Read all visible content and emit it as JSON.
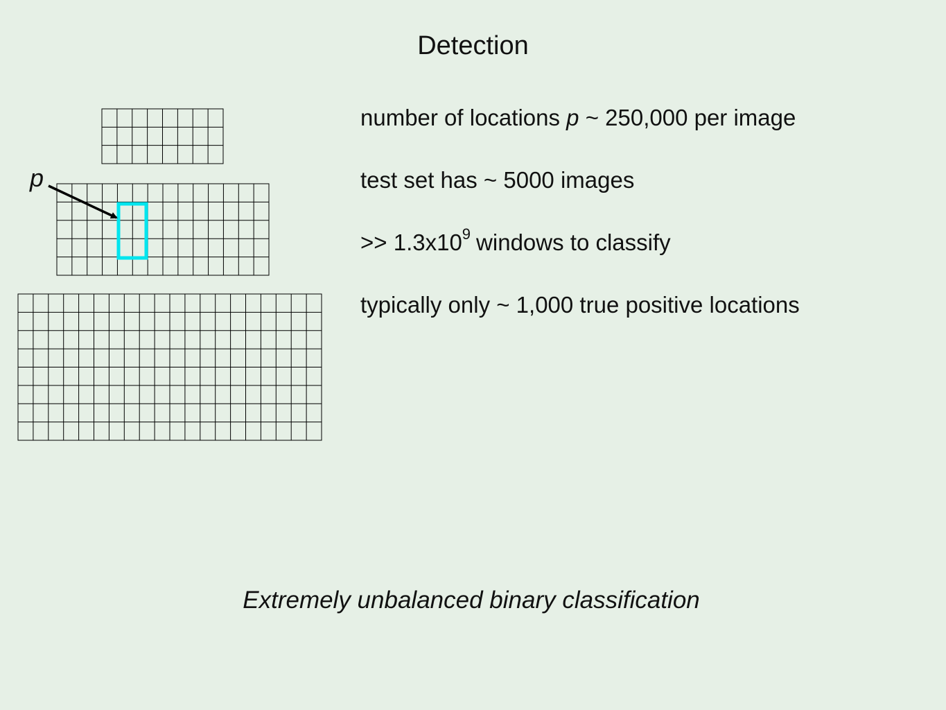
{
  "slide": {
    "title": "Detection",
    "bullets": {
      "b1_prefix": "number of locations ",
      "b1_var": "p",
      "b1_suffix": " ~ 250,000 per image",
      "b2": "test set has ~ 5000 images",
      "b3_prefix": ">> 1.3x10",
      "b3_sup": "9",
      "b3_suffix": "windows to classify",
      "b4": "typically only ~ 1,000 true positive locations"
    },
    "footer": "Extremely unbalanced binary classification"
  },
  "figure": {
    "pointer_label": "p",
    "window_color": "#00e5ee",
    "grid_line_color": "#000000",
    "pyramid_levels": [
      {
        "name": "small",
        "cols": 8,
        "rows": 3
      },
      {
        "name": "medium",
        "cols": 14,
        "rows": 5
      },
      {
        "name": "large",
        "cols": 20,
        "rows": 8
      }
    ]
  }
}
